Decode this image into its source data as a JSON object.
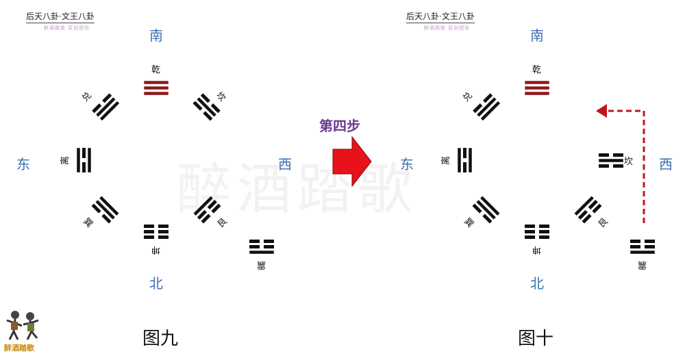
{
  "panels": [
    {
      "header": "后天八卦·文王八卦",
      "header_sub": "醉酒踏歌 原创图形",
      "directions": {
        "south": "南",
        "north": "北",
        "east": "东",
        "west": "西"
      },
      "caption": "图九",
      "trigrams": [
        {
          "name": "乾",
          "lines": [
            1,
            1,
            1
          ],
          "color": "#8b1a1a"
        },
        {
          "name": "兑",
          "lines": [
            0,
            1,
            1
          ],
          "color": "#111111"
        },
        {
          "name": "坎",
          "lines": [
            0,
            1,
            0
          ],
          "color": "#111111"
        },
        {
          "name": "离",
          "lines": [
            1,
            0,
            1
          ],
          "color": "#111111"
        },
        {
          "name": "巽",
          "lines": [
            1,
            1,
            0
          ],
          "color": "#111111"
        },
        {
          "name": "艮",
          "lines": [
            1,
            0,
            0
          ],
          "color": "#111111"
        },
        {
          "name": "坤",
          "lines": [
            0,
            0,
            0
          ],
          "color": "#111111"
        },
        {
          "name": "震",
          "lines": [
            0,
            0,
            1
          ],
          "color": "#111111"
        }
      ]
    },
    {
      "header": "后天八卦·文王八卦",
      "header_sub": "醉酒踏歌 原创图形",
      "directions": {
        "south": "南",
        "north": "北",
        "east": "东",
        "west": "西"
      },
      "caption": "图十",
      "trigrams": [
        {
          "name": "乾",
          "lines": [
            1,
            1,
            1
          ],
          "color": "#8b1a1a"
        },
        {
          "name": "兑",
          "lines": [
            0,
            1,
            1
          ],
          "color": "#111111"
        },
        {
          "name": "坎",
          "lines": [
            0,
            1,
            0
          ],
          "color": "#111111"
        },
        {
          "name": "离",
          "lines": [
            1,
            0,
            1
          ],
          "color": "#111111"
        },
        {
          "name": "巽",
          "lines": [
            1,
            1,
            0
          ],
          "color": "#111111"
        },
        {
          "name": "艮",
          "lines": [
            1,
            0,
            0
          ],
          "color": "#111111"
        },
        {
          "name": "坤",
          "lines": [
            0,
            0,
            0
          ],
          "color": "#111111"
        },
        {
          "name": "震",
          "lines": [
            0,
            0,
            1
          ],
          "color": "#111111"
        }
      ]
    }
  ],
  "step_label": "第四步",
  "arrow_color": "#e8121b",
  "move_arrow_color": "#c0141c",
  "watermark": "醉酒踏歌",
  "logo": {
    "text": "醉酒踏歌",
    "icon": "dancing-figures-icon"
  }
}
